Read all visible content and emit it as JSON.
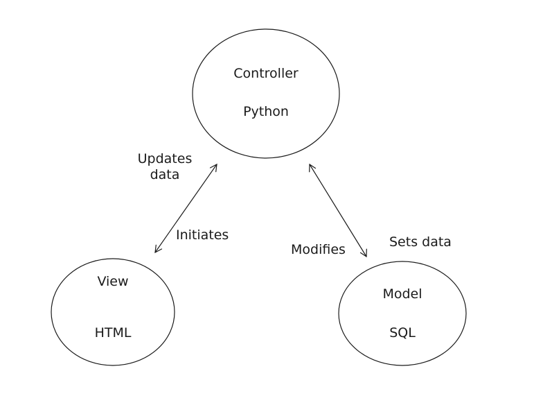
{
  "nodes": {
    "controller": {
      "title": "Controller",
      "tech": "Python"
    },
    "view": {
      "title": "View",
      "tech": "HTML"
    },
    "model": {
      "title": "Model",
      "tech": "SQL"
    }
  },
  "edges": {
    "view_controller": {
      "label_upper_line1": "Updates",
      "label_upper_line2": "data",
      "label_lower": "Initiates"
    },
    "controller_model": {
      "label_left": "Modifies",
      "label_right": "Sets data"
    }
  },
  "colors": {
    "stroke": "#1a1a1a",
    "background": "#ffffff"
  }
}
